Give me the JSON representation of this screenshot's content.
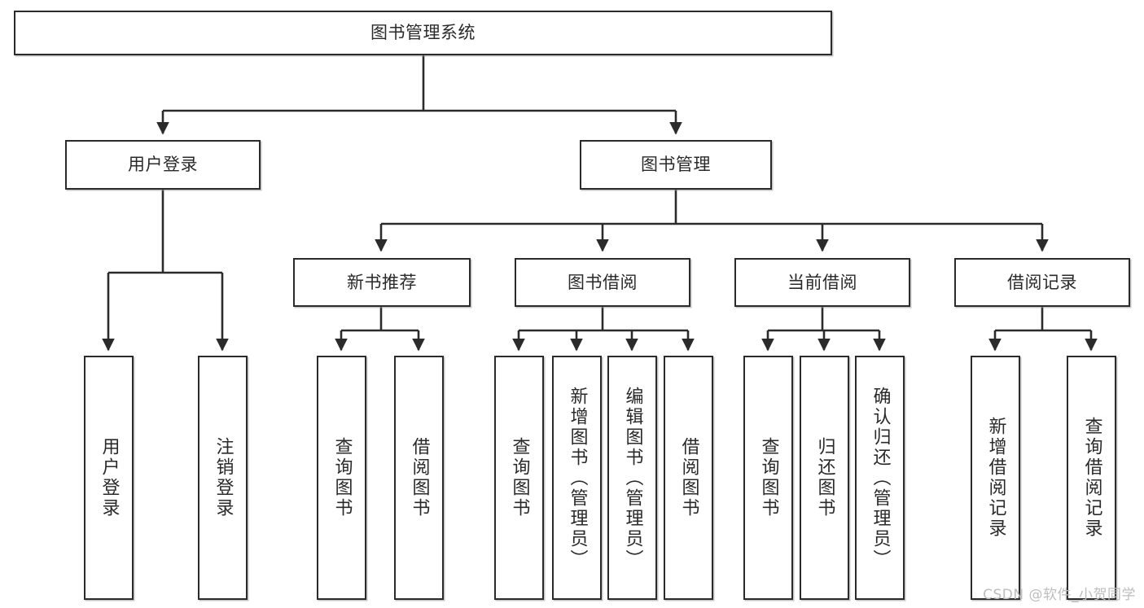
{
  "diagram": {
    "title_node": {
      "label": "图书管理系统"
    },
    "level1": [
      {
        "id": "user-login",
        "label": "用户登录"
      },
      {
        "id": "book-manage",
        "label": "图书管理"
      }
    ],
    "level2": [
      {
        "id": "new-book-rec",
        "label": "新书推荐"
      },
      {
        "id": "book-borrow",
        "label": "图书借阅"
      },
      {
        "id": "current-borrow",
        "label": "当前借阅"
      },
      {
        "id": "borrow-record",
        "label": "借阅记录"
      }
    ],
    "leaves": [
      {
        "id": "leaf-user-login",
        "label": "用户登录"
      },
      {
        "id": "leaf-logout-login",
        "label": "注销登录"
      },
      {
        "id": "leaf-query-book-1",
        "label": "查询图书"
      },
      {
        "id": "leaf-borrow-book-1",
        "label": "借阅图书"
      },
      {
        "id": "leaf-query-book-2",
        "label": "查询图书"
      },
      {
        "id": "leaf-add-book-admin",
        "label": "新增图书（管理员）"
      },
      {
        "id": "leaf-edit-book-admin",
        "label": "编辑图书（管理员）"
      },
      {
        "id": "leaf-borrow-book-2",
        "label": "借阅图书"
      },
      {
        "id": "leaf-query-book-3",
        "label": "查询图书"
      },
      {
        "id": "leaf-return-book",
        "label": "归还图书"
      },
      {
        "id": "leaf-confirm-return-admin",
        "label": "确认归还（管理员）"
      },
      {
        "id": "leaf-add-borrow-record",
        "label": "新增借阅记录"
      },
      {
        "id": "leaf-query-borrow-record",
        "label": "查询借阅记录"
      }
    ],
    "watermark": "CSDN @软件_小贺同学",
    "colors": {
      "stroke": "#2b2b2b",
      "fill": "#ffffff",
      "text": "#2a2a2a",
      "watermark": "#bdbdbd"
    }
  }
}
